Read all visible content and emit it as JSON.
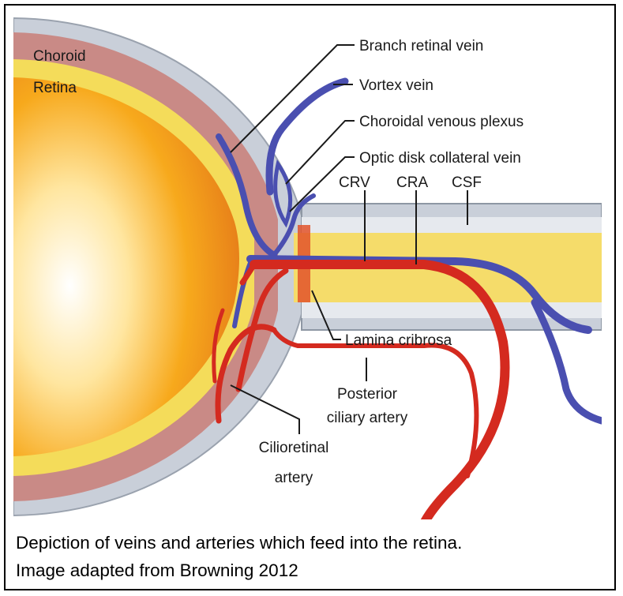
{
  "diagram": {
    "labels": {
      "choroid": "Choroid",
      "retina": "Retina",
      "branch_retinal_vein": "Branch retinal vein",
      "vortex_vein": "Vortex vein",
      "choroidal_venous_plexus": "Choroidal venous plexus",
      "optic_disk_collateral_vein": "Optic disk collateral vein",
      "crv": "CRV",
      "cra": "CRA",
      "csf": "CSF",
      "lamina_cribrosa": "Lamina cribrosa",
      "posterior_line1": "Posterior",
      "posterior_line2": "ciliary artery",
      "cilio_line1": "Cilioretinal",
      "cilio_line2": "artery"
    },
    "colors": {
      "vein": "#4a4fb0",
      "artery": "#d42a1f",
      "choroid": "#c98a86",
      "retina": "#f4dc5a",
      "sclera": "#c9cfd9",
      "nerve": "#f5dc6a"
    }
  },
  "caption": {
    "line1": "Depiction of veins and arteries which feed into the retina.",
    "line2": "Image adapted from Browning 2012"
  }
}
